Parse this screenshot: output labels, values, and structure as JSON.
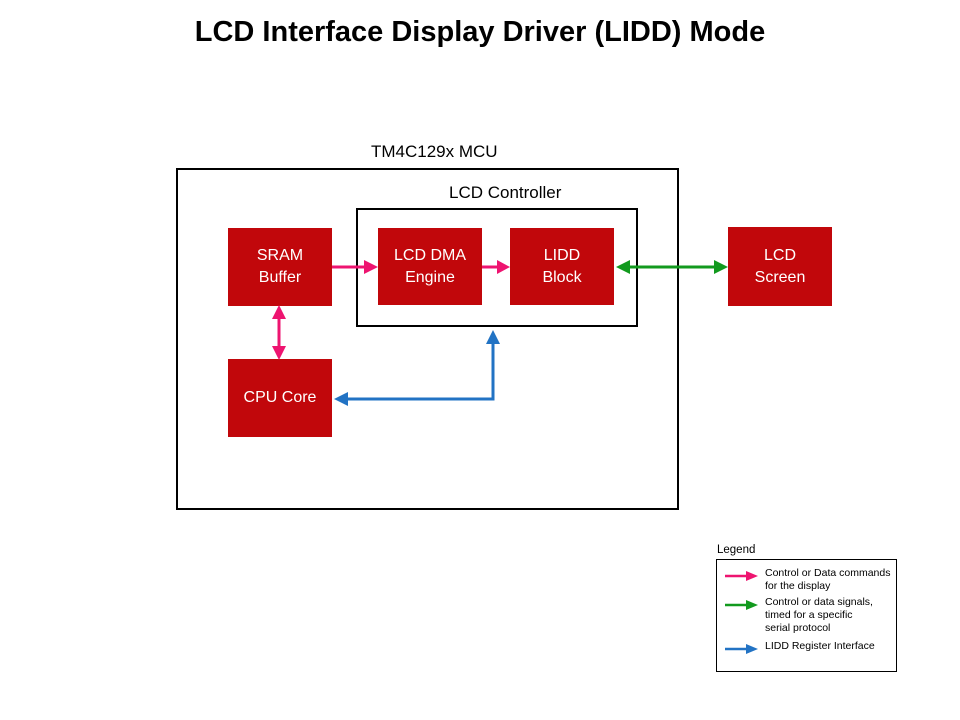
{
  "title": "LCD Interface Display Driver (LIDD) Mode",
  "diagram": {
    "mcu_label": "TM4C129x MCU",
    "controller_label": "LCD Controller",
    "blocks": {
      "sram": "SRAM\nBuffer",
      "dma": "LCD DMA\nEngine",
      "lidd": "LIDD\nBlock",
      "cpu": "CPU Core",
      "screen": "LCD\nScreen"
    },
    "connectors": [
      {
        "from": "SRAM Buffer",
        "to": "LCD DMA Engine",
        "heads": "single",
        "meaning": "Control or Data commands for the display",
        "color": "#ee1470"
      },
      {
        "from": "LCD DMA Engine",
        "to": "LIDD Block",
        "heads": "single",
        "meaning": "Control or Data commands for the display",
        "color": "#ee1470"
      },
      {
        "from": "SRAM Buffer",
        "to": "CPU Core",
        "heads": "double",
        "meaning": "Control or Data commands for the display",
        "color": "#ee1470"
      },
      {
        "from": "LIDD Block",
        "to": "LCD Screen",
        "heads": "double",
        "meaning": "Control or data signals, timed for a specific serial protocol",
        "color": "#129a1e"
      },
      {
        "from": "LCD Controller",
        "to": "CPU Core",
        "heads": "double",
        "meaning": "LIDD Register Interface",
        "color": "#2273c4"
      }
    ]
  },
  "legend": {
    "title": "Legend",
    "items": [
      {
        "label": "Control or Data commands\nfor the display",
        "color": "#ee1470"
      },
      {
        "label": "Control or data signals,\ntimed for a specific\nserial protocol",
        "color": "#129a1e"
      },
      {
        "label": "LIDD Register Interface",
        "color": "#2273c4"
      }
    ]
  },
  "colors": {
    "block_red": "#c1070b",
    "block_text": "#ffffff",
    "arrow_pink": "#ee1470",
    "arrow_green": "#129a1e",
    "arrow_blue": "#2273c4",
    "line_black": "#000000",
    "bg": "#ffffff"
  }
}
